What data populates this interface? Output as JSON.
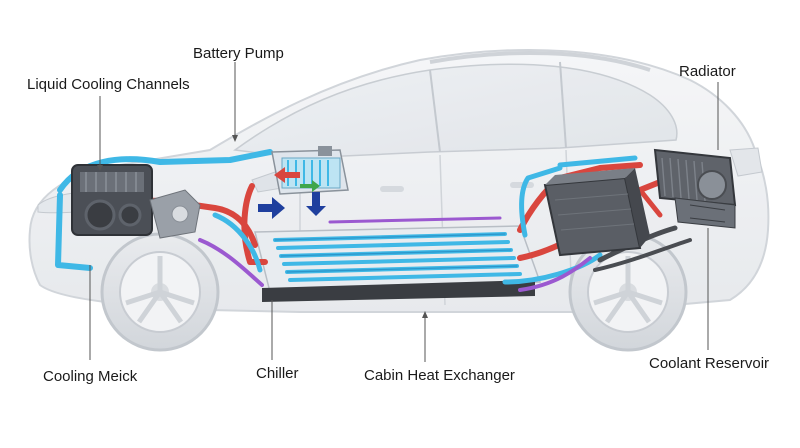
{
  "labels": {
    "liquid_cooling_channels": "Liquid Cooling Channels",
    "battery_pump": "Battery Pump",
    "radiator": "Radiator",
    "cooling_module": "Cooling Meick",
    "chiller": "Chiller",
    "cabin_heat_exchanger": "Cabin Heat Exchanger",
    "coolant_reservoir": "Coolant Reservoir"
  },
  "colors": {
    "hot_coolant": "#d9463e",
    "cold_coolant": "#3fb8e6",
    "return_line": "#9b59d0",
    "flow_arrow": "#1f3f9e",
    "body_outline": "#c9ced4",
    "leader_line": "#555555"
  }
}
